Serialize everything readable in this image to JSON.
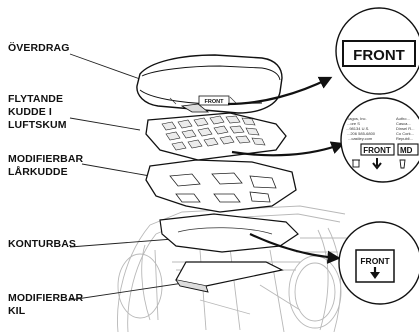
{
  "labels": {
    "cover": "ÖVERDRAG",
    "cushion_line1": "FLYTANDE",
    "cushion_line2": "KUDDE I",
    "cushion_line3": "LUFTSKUM",
    "thigh_line1": "MODIFIERBAR",
    "thigh_line2": "LÅRKUDDE",
    "contour_base": "KONTURBAS",
    "wedge_line1": "MODIFIERBAR",
    "wedge_line2": "KIL"
  },
  "callouts": {
    "top_front": "FRONT",
    "middle_front": "FRONT",
    "middle_partial": "MD",
    "middle_text_left": [
      "...lagos, Inc.",
      "...ore S",
      "...98134 U.S.",
      "...206 585-6800",
      "...castley.com"
    ],
    "middle_text_right": [
      "Autho...",
      "Casca...",
      "Dinsel R...",
      "Co Cork...",
      "Republi..."
    ],
    "bottom_front": "FRONT"
  },
  "cover_tag": "FRONT",
  "colors": {
    "ink": "#111111",
    "line": "#222222",
    "paper": "#ffffff",
    "shade": "#dcdcdc"
  }
}
